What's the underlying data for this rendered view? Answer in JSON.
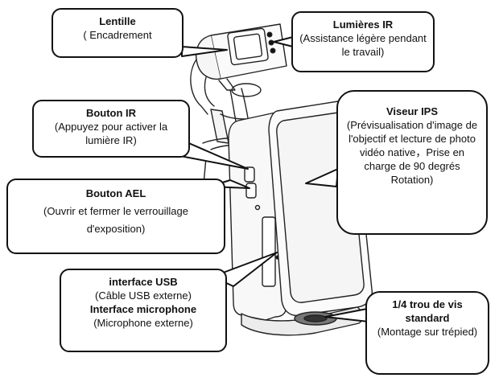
{
  "callouts": {
    "lens": {
      "title": "Lentille",
      "desc": "( Encadrement"
    },
    "ir_lights": {
      "title": "Lumières IR",
      "desc": "(Assistance légère pendant le travail)"
    },
    "ir_button": {
      "title": "Bouton IR",
      "desc": "(Appuyez pour activer la lumière IR)"
    },
    "ael_button": {
      "title": "Bouton AEL",
      "desc": "(Ouvrir et fermer le verrouillage d'exposition)"
    },
    "usb": {
      "title": "interface USB",
      "desc": "(Câble USB externe)",
      "title2": "Interface microphone",
      "desc2": "(Microphone externe)"
    },
    "viewfinder": {
      "title": "Viseur IPS",
      "desc": "(Prévisualisation d'image de l'objectif et lecture de photo vidéo native，Prise en charge de 90 degrés Rotation)"
    },
    "screw": {
      "title": "1/4 trou de vis standard",
      "desc": "(Montage sur trépied)"
    }
  },
  "colors": {
    "outline": "#111111",
    "background": "#ffffff",
    "device_fill": "#f4f4f4"
  }
}
